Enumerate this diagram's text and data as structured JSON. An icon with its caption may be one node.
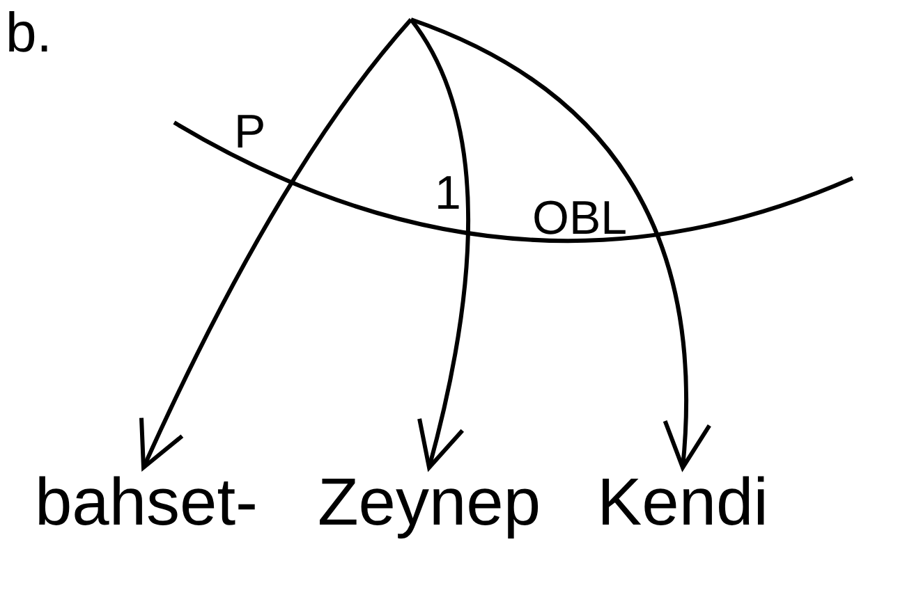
{
  "diagram": {
    "nodes": [
      {
        "text": [
          "bahset-"
        ]
      },
      {
        "text": [
          "Zeynep"
        ]
      },
      {
        "text": [
          "Kendi"
        ]
      }
    ],
    "edges": [
      {
        "from": null,
        "to": 0,
        "arrow": "to",
        "label": "P"
      },
      {
        "from": null,
        "to": 1,
        "arrow": "to",
        "label": "1"
      },
      {
        "from": null,
        "to": 2,
        "arrow": "to",
        "label": "OBL"
      }
    ],
    "labels": [
      "b."
    ]
  }
}
